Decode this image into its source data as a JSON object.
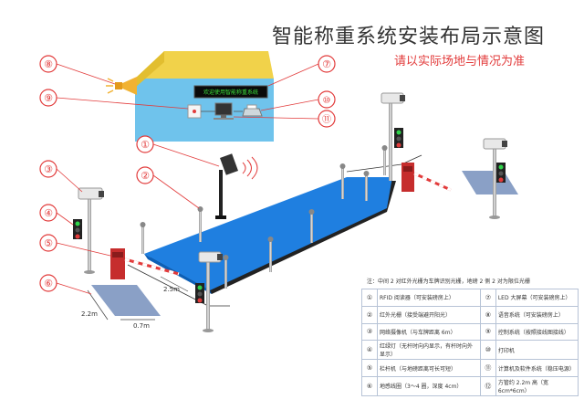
{
  "title": "智能称重系统安装布局示意图",
  "subtitle": "请以实际场地与情况为准",
  "screen_text": "欢迎使用智能称重系统",
  "callouts": [
    "①",
    "②",
    "③",
    "④",
    "⑤",
    "⑥",
    "⑦",
    "⑧",
    "⑨",
    "⑩",
    "⑪"
  ],
  "dimensions": {
    "d1": "2.5m",
    "d2": "2.2m",
    "d3": "0.7m"
  },
  "note": "注：中间 2 对红外光栅为车牌识别光栅，地磅 2 侧 2 对为限位光栅",
  "legend": [
    {
      "left_num": "①",
      "left_text": "RFID 阅读器（可安装磅房上）",
      "right_num": "⑦",
      "right_text": "LED 大屏幕（可安装磅房上）"
    },
    {
      "left_num": "②",
      "left_text": "红外光栅（接受端避开阳光）",
      "right_num": "⑧",
      "right_text": "语音系统（可安装磅房上）"
    },
    {
      "left_num": "③",
      "left_text": "网络摄像机（与车牌距离 6m）",
      "right_num": "⑨",
      "right_text": "控制系统（按照接线图接线）"
    },
    {
      "left_num": "④",
      "left_text": "红绿灯（无杆时向内显示，有杆时向外显示）",
      "right_num": "⑩",
      "right_text": "打印机"
    },
    {
      "left_num": "⑤",
      "left_text": "栏杆机（与地磅距离可长可短）",
      "right_num": "⑪",
      "right_text": "计算机及软件系统（稳压电源）"
    },
    {
      "left_num": "⑥",
      "left_text": "地感线圈（3～4 圈，深度 4cm）",
      "right_num": "⑫",
      "right_text": "方管约 2.2m 高（宽 6cm*6cm）"
    }
  ],
  "colors": {
    "scale": "#1f7fe0",
    "house_wall": "#6fc3ec",
    "house_roof": "#f1d24a",
    "callout": "#e23b3b",
    "pad": "#8aa0c6"
  }
}
